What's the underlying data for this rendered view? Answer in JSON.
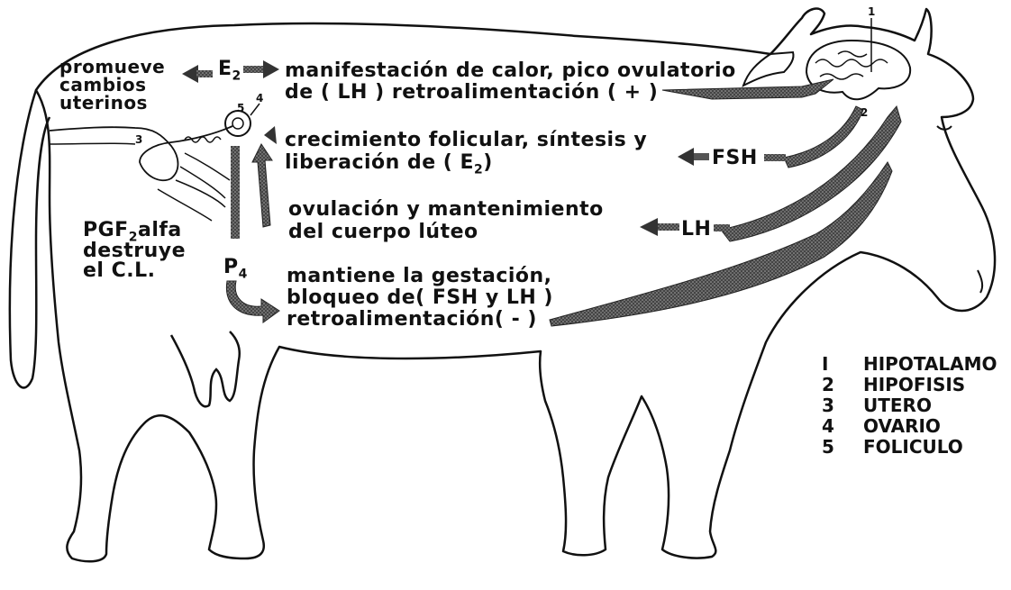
{
  "labels": {
    "promueve": "promueve",
    "cambios": "cambios",
    "uterinos": "uterinos",
    "e2": "E",
    "e2_sub": "2",
    "manifestacion": "manifestación  de  calor, pico ovulatorio",
    "de_lh": "de  ( LH )    retroalimentación  ( + )",
    "crecimiento": "crecimiento  folicular,  síntesis  y",
    "liberacion": "liberación  de    ( E",
    "liberacion_sub": "2",
    "liberacion_end": ")",
    "fsh": "FSH",
    "ovulacion": "ovulación  y  mantenimiento",
    "cuerpo": "del  cuerpo  lúteo",
    "lh": "LH",
    "pgf_pre": "PGF",
    "pgf_sub": "2",
    "pgf_post": "alfa",
    "destruye": "destruye",
    "el_cl": "el  C.L.",
    "p4": "P",
    "p4_sub": "4",
    "mantiene": "mantiene  la  gestación,",
    "bloqueo": "bloqueo  de( FSH  y  LH )",
    "retro_neg": "retroalimentación( - )"
  },
  "markers": {
    "m1": "1",
    "m2": "2",
    "m3": "3",
    "m4": "4",
    "m5": "5"
  },
  "legend": [
    {
      "num": "I",
      "name": "HIPOTALAMO"
    },
    {
      "num": "2",
      "name": "HIPOFISIS"
    },
    {
      "num": "3",
      "name": "UTERO"
    },
    {
      "num": "4",
      "name": "OVARIO"
    },
    {
      "num": "5",
      "name": "FOLICULO"
    }
  ]
}
